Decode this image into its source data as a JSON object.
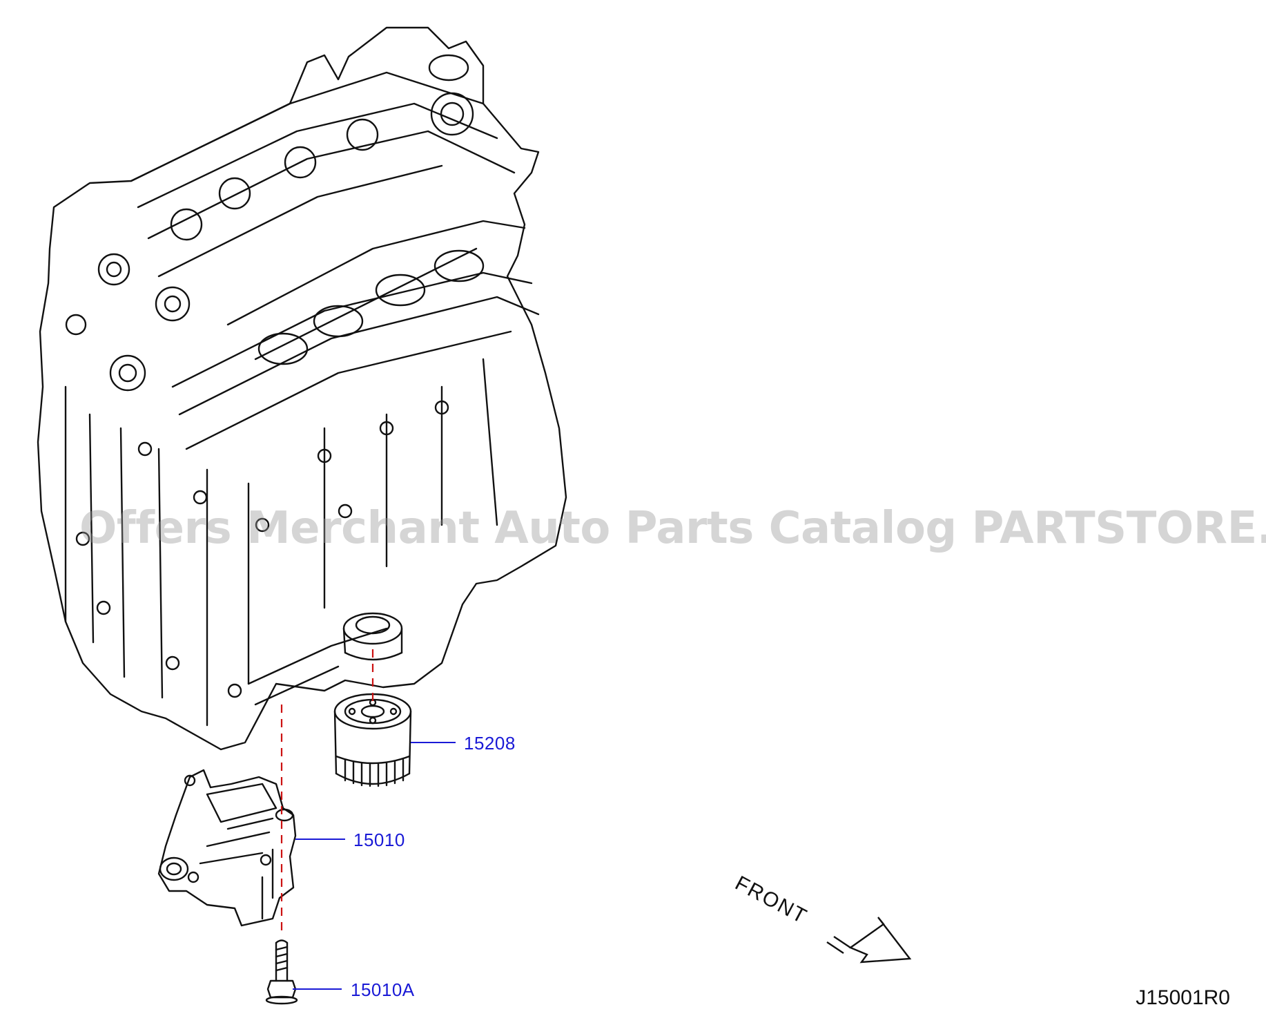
{
  "callouts": [
    {
      "id": "oil-filter",
      "label": "15208"
    },
    {
      "id": "oil-pump",
      "label": "15010"
    },
    {
      "id": "pump-bolt",
      "label": "15010A"
    }
  ],
  "front_label": "FRONT",
  "diagram_code": "J15001R0",
  "watermark": "Offers Merchant Auto Parts Catalog PARTSTORE.SA",
  "colors": {
    "line": "#111111",
    "callout_text": "#1a1ad6",
    "leader": "#1a1ad6",
    "dash": "#cc1111"
  },
  "icons": {
    "direction": "front-arrow-icon"
  }
}
